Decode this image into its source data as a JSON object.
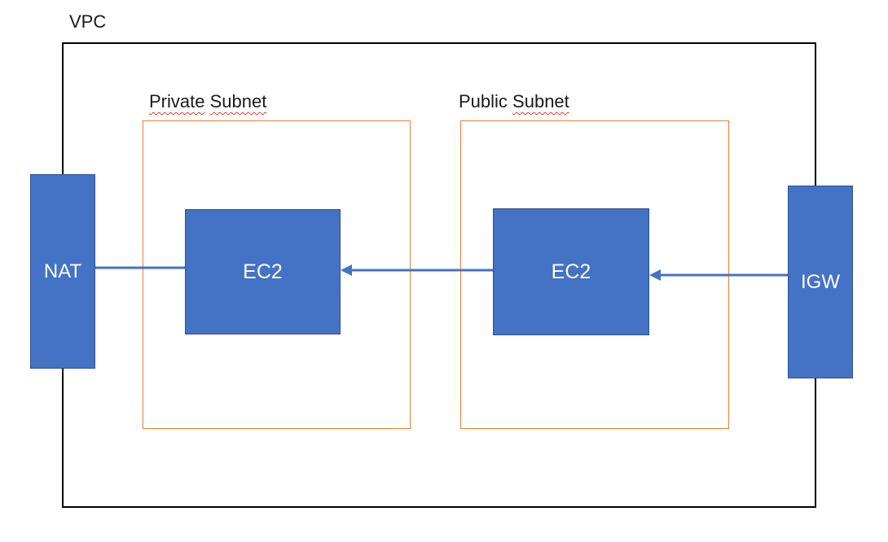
{
  "diagram": {
    "labels": {
      "vpc": "VPC",
      "private_subnet_word1": "Private",
      "private_subnet_word2": "Subnet",
      "public_subnet_word1": "Public",
      "public_subnet_word2": "Subnet"
    },
    "nodes": {
      "nat": {
        "label": "NAT",
        "type": "gateway"
      },
      "ec2_private": {
        "label": "EC2",
        "type": "instance",
        "container": "Private Subnet"
      },
      "ec2_public": {
        "label": "EC2",
        "type": "instance",
        "container": "Public Subnet"
      },
      "igw": {
        "label": "IGW",
        "type": "gateway"
      }
    },
    "edges": [
      {
        "from": "ec2_private",
        "to": "nat",
        "arrowhead": "none"
      },
      {
        "from": "ec2_public",
        "to": "ec2_private",
        "arrowhead": "at-ec2_private"
      },
      {
        "from": "igw",
        "to": "ec2_public",
        "arrowhead": "at-ec2_public"
      }
    ],
    "spellcheck": {
      "misspelled_private_label_words": [
        "Private",
        "Subnet"
      ],
      "misspelled_public_label_words": [
        "Subnet"
      ]
    },
    "colors": {
      "node_fill": "#4472C4",
      "node_border": "#2F528F",
      "node_text": "#FFFFFF",
      "subnet_border": "#ED7D31",
      "vpc_border": "#000000",
      "label_text": "#1A1A1A",
      "connector": "#4472C4",
      "spellcheck_underline": "#E03C31",
      "background": "#FFFFFF"
    }
  }
}
